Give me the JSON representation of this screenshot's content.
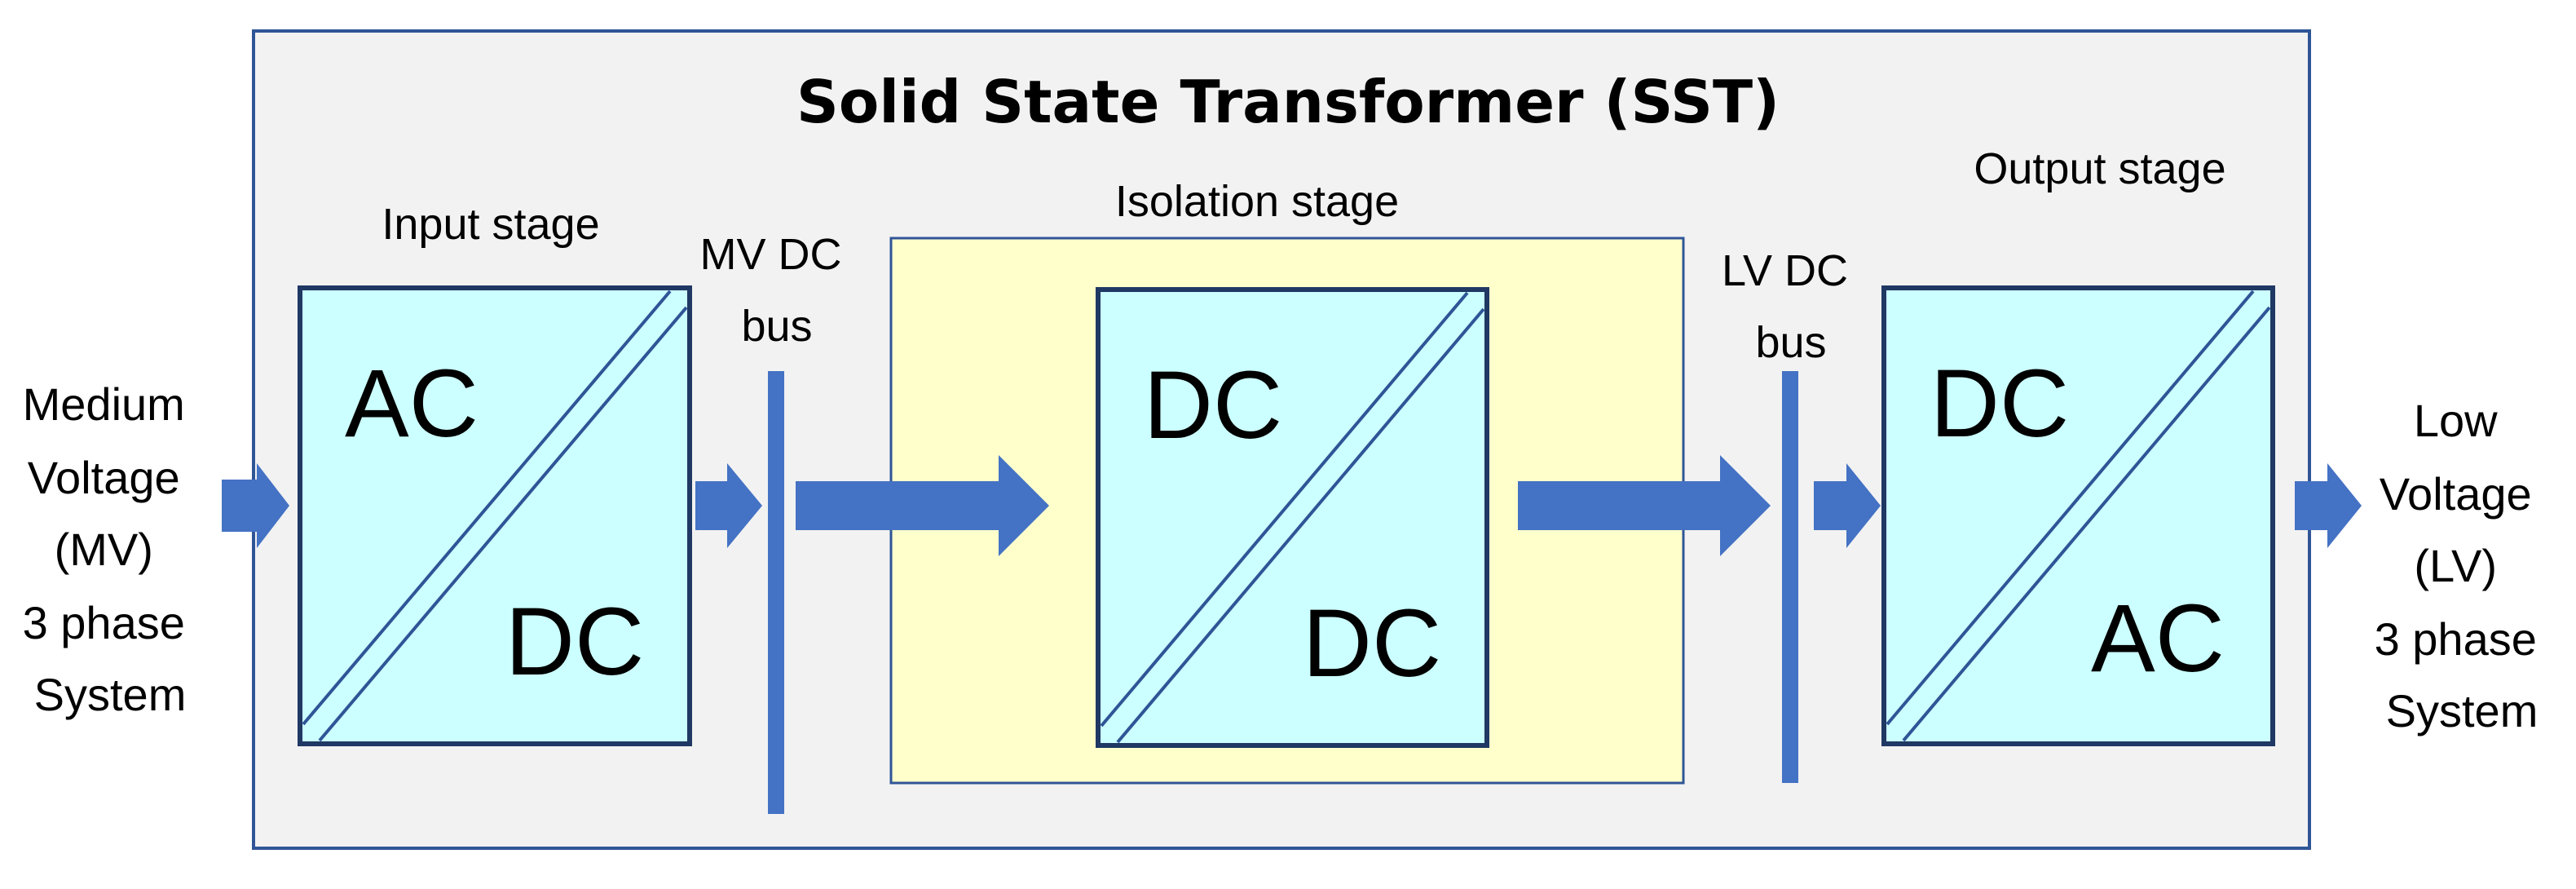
{
  "title": "Solid State Transformer (SST)",
  "input": {
    "lines": [
      "Medium",
      "Voltage",
      "(MV)",
      "3 phase",
      "System"
    ]
  },
  "output": {
    "lines": [
      "Low",
      "Voltage",
      "(LV)",
      "3 phase",
      "System"
    ]
  },
  "stages": {
    "input": {
      "label": "Input stage",
      "converter": {
        "top": "AC",
        "bottom": "DC"
      }
    },
    "isolation": {
      "label": "Isolation stage",
      "converter": {
        "top": "DC",
        "bottom": "DC"
      }
    },
    "output": {
      "label": "Output stage",
      "converter": {
        "top": "DC",
        "bottom": "AC"
      }
    }
  },
  "buses": {
    "mv": {
      "lines": [
        "MV DC",
        "bus"
      ]
    },
    "lv": {
      "lines": [
        "LV DC",
        "bus"
      ]
    }
  },
  "colors": {
    "sst_border": "#2F5597",
    "sst_fill": "#F2F2F2",
    "isolation_fill": "#FFFFCC",
    "isolation_border": "#2F5597",
    "converter_fill": "#CCFFFF",
    "converter_border": "#1F3864",
    "arrow": "#4472C4",
    "bus": "#4472C4"
  }
}
